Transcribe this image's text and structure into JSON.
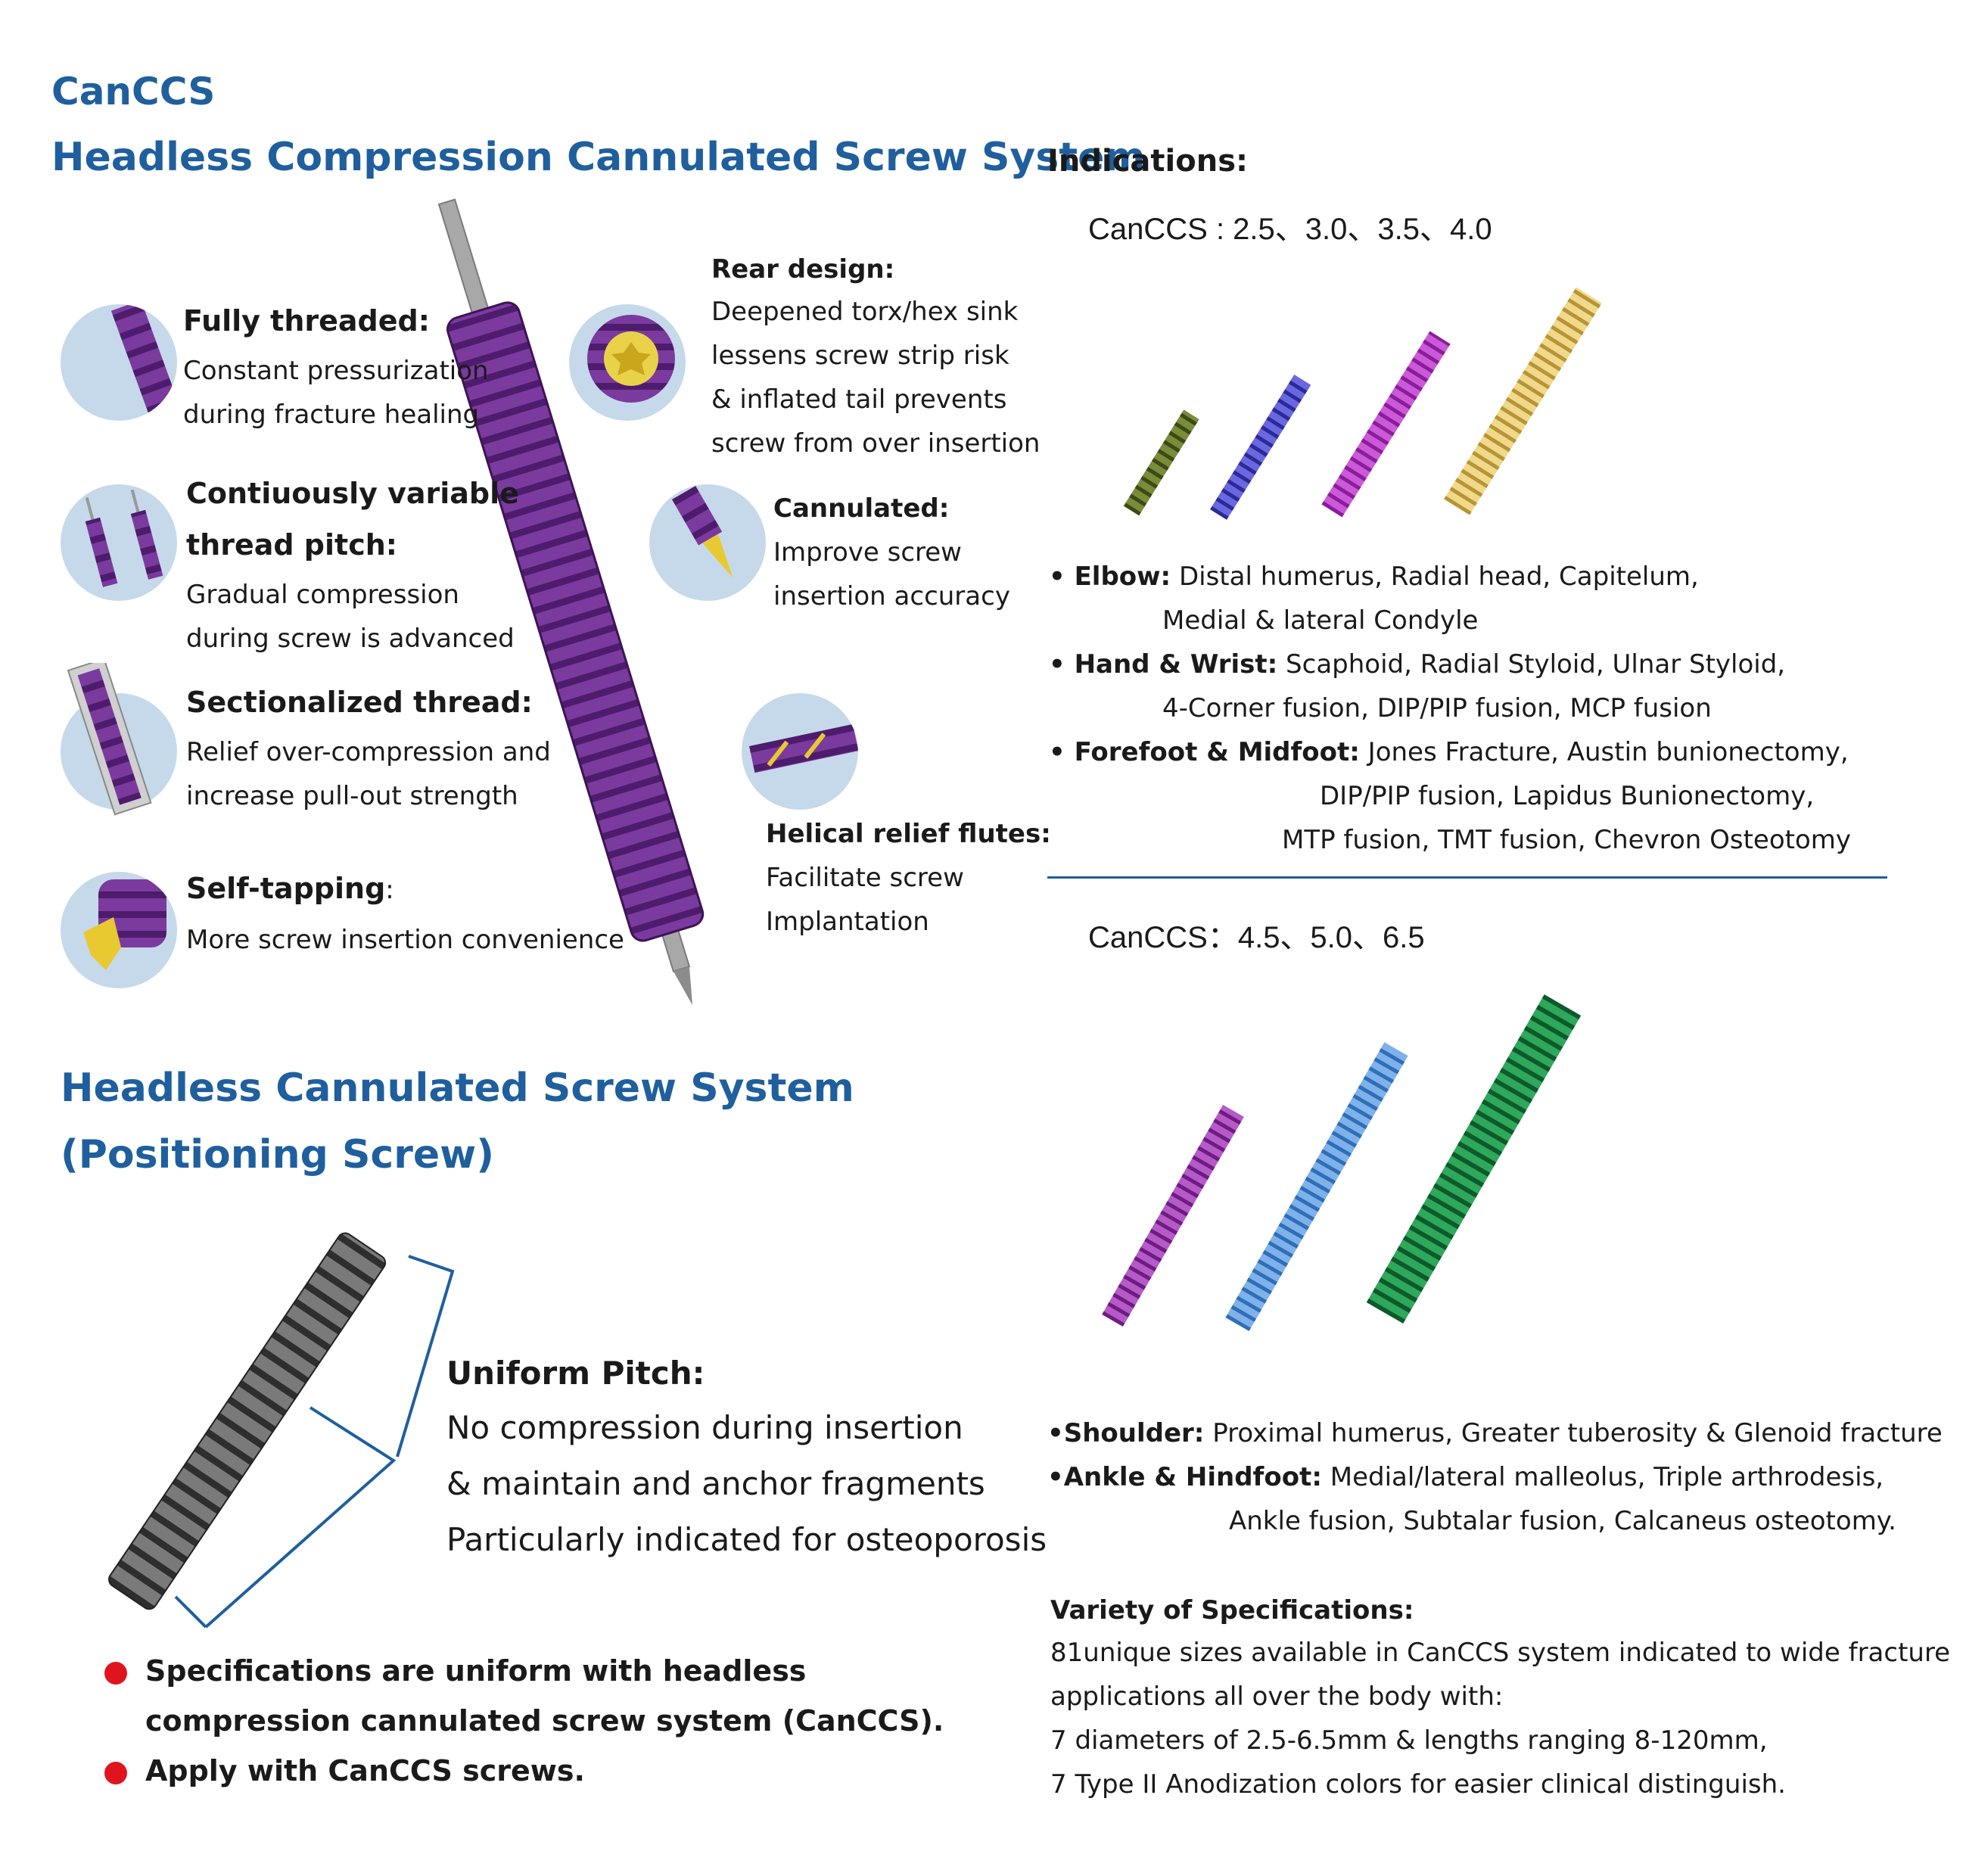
{
  "titles": {
    "canccs": "CanCCS",
    "headless": "Headless Compression Cannulated Screw System",
    "positioning_1": "Headless Cannulated Screw System",
    "positioning_2": "(Positioning Screw)"
  },
  "features_left": [
    {
      "title": "Fully threaded:",
      "lines": [
        "Constant pressurization",
        "during fracture healing"
      ],
      "icon": "fully-threaded-icon"
    },
    {
      "title": "Contiuously variable",
      "title2": "thread pitch:",
      "lines": [
        "Gradual compression",
        "during screw is advanced"
      ],
      "icon": "variable-pitch-icon"
    },
    {
      "title": "Sectionalized thread:",
      "lines": [
        "Relief over-compression and",
        "increase pull-out strength"
      ],
      "icon": "sectionalized-thread-icon"
    },
    {
      "title": "Self-tapping",
      "title_suffix": ":",
      "lines": [
        "More screw insertion convenience"
      ],
      "icon": "self-tapping-icon"
    }
  ],
  "features_right": [
    {
      "title": "Rear design:",
      "lines": [
        "Deepened torx/hex sink",
        "lessens screw strip risk",
        "& inflated tail prevents",
        "screw from over insertion"
      ],
      "icon": "rear-design-icon"
    },
    {
      "title": "Cannulated:",
      "lines": [
        "Improve screw",
        "insertion accuracy"
      ],
      "icon": "cannulated-icon"
    },
    {
      "title": "Helical relief flutes:",
      "lines": [
        "Facilitate screw",
        "Implantation"
      ],
      "icon": "helical-flutes-icon"
    }
  ],
  "indications": {
    "heading": "Indications:",
    "group1_label": "CanCCS : 2.5、3.0、3.5、4.0",
    "group1_colors": [
      "#5c6b2a",
      "#4a48c8",
      "#b23ac0",
      "#e6c35c"
    ],
    "group1_items": [
      {
        "bold": "• Elbow:",
        "text": " Distal humerus, Radial head, Capitelum,",
        "cont": "Medial & lateral Condyle"
      },
      {
        "bold": "• Hand & Wrist:",
        "text": " Scaphoid, Radial Styloid, Ulnar Styloid,",
        "cont": "4-Corner fusion, DIP/PIP fusion, MCP fusion"
      },
      {
        "bold": "• Forefoot & Midfoot:",
        "text": " Jones Fracture, Austin bunionectomy,",
        "cont": "DIP/PIP fusion, Lapidus Bunionectomy,",
        "cont2": "MTP fusion, TMT fusion, Chevron Osteotomy"
      }
    ],
    "group2_label": "CanCCS：4.5、5.0、6.5",
    "group2_colors": [
      "#a03ab4",
      "#4f8fd8",
      "#1f8a45"
    ],
    "group2_items": [
      {
        "bold": "•Shoulder:",
        "text": " Proximal humerus, Greater tuberosity & Glenoid fracture"
      },
      {
        "bold": "•Ankle & Hindfoot:",
        "text": " Medial/lateral malleolus, Triple arthrodesis,",
        "cont": "Ankle fusion, Subtalar fusion,  Calcaneus osteotomy."
      }
    ]
  },
  "specs": {
    "title": "Variety of Specifications:",
    "lines": [
      "81unique sizes available in CanCCS system indicated to wide fracture",
      "applications all over the body with:",
      "7 diameters of 2.5-6.5mm & lengths ranging 8-120mm,",
      "7 Type II Anodization colors for easier clinical distinguish."
    ]
  },
  "uniform": {
    "title": "Uniform Pitch:",
    "lines": [
      "No compression during insertion",
      "& maintain and anchor fragments",
      "Particularly indicated for osteoporosis"
    ]
  },
  "bullets": [
    "Specifications are uniform with headless",
    "compression cannulated screw system (CanCCS).",
    "Apply with CanCCS screws."
  ],
  "colors": {
    "title_blue": "#1f5f9e",
    "main_screw": "#6a2a8c",
    "positioning_screw": "#4a4a4a",
    "circle_bg": "#c6d9ea",
    "bullet_red": "#e0141e"
  }
}
